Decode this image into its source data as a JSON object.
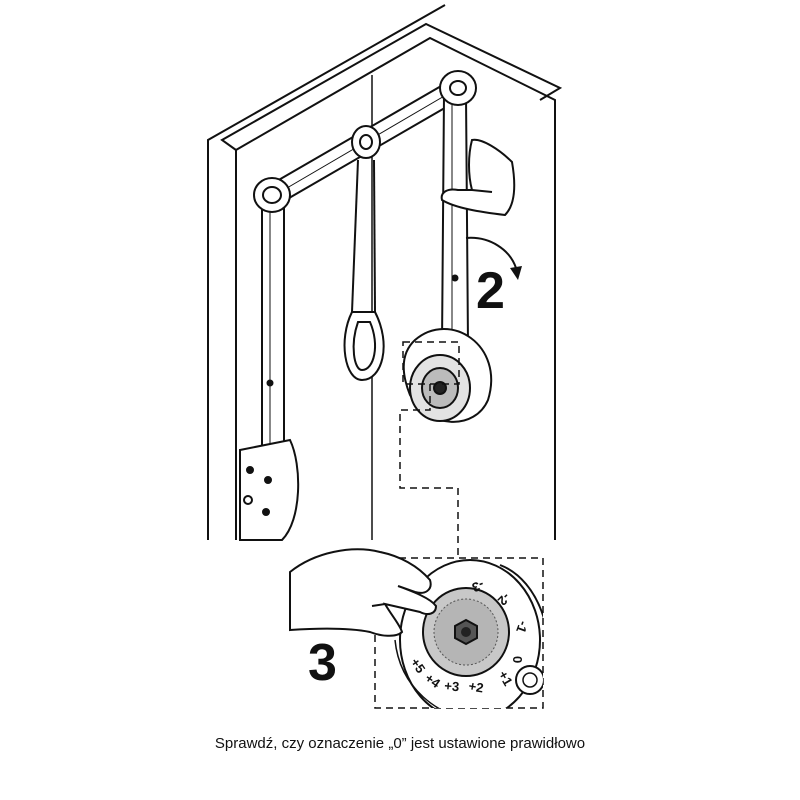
{
  "step_labels": {
    "rotate": "2",
    "check": "3"
  },
  "dial_markings": [
    "-3",
    "-2",
    "-1",
    "0",
    "+1",
    "+2",
    "+3",
    "+4",
    "+5"
  ],
  "caption": "Sprawdź, czy oznaczenie „0” jest ustawione prawidłowo"
}
